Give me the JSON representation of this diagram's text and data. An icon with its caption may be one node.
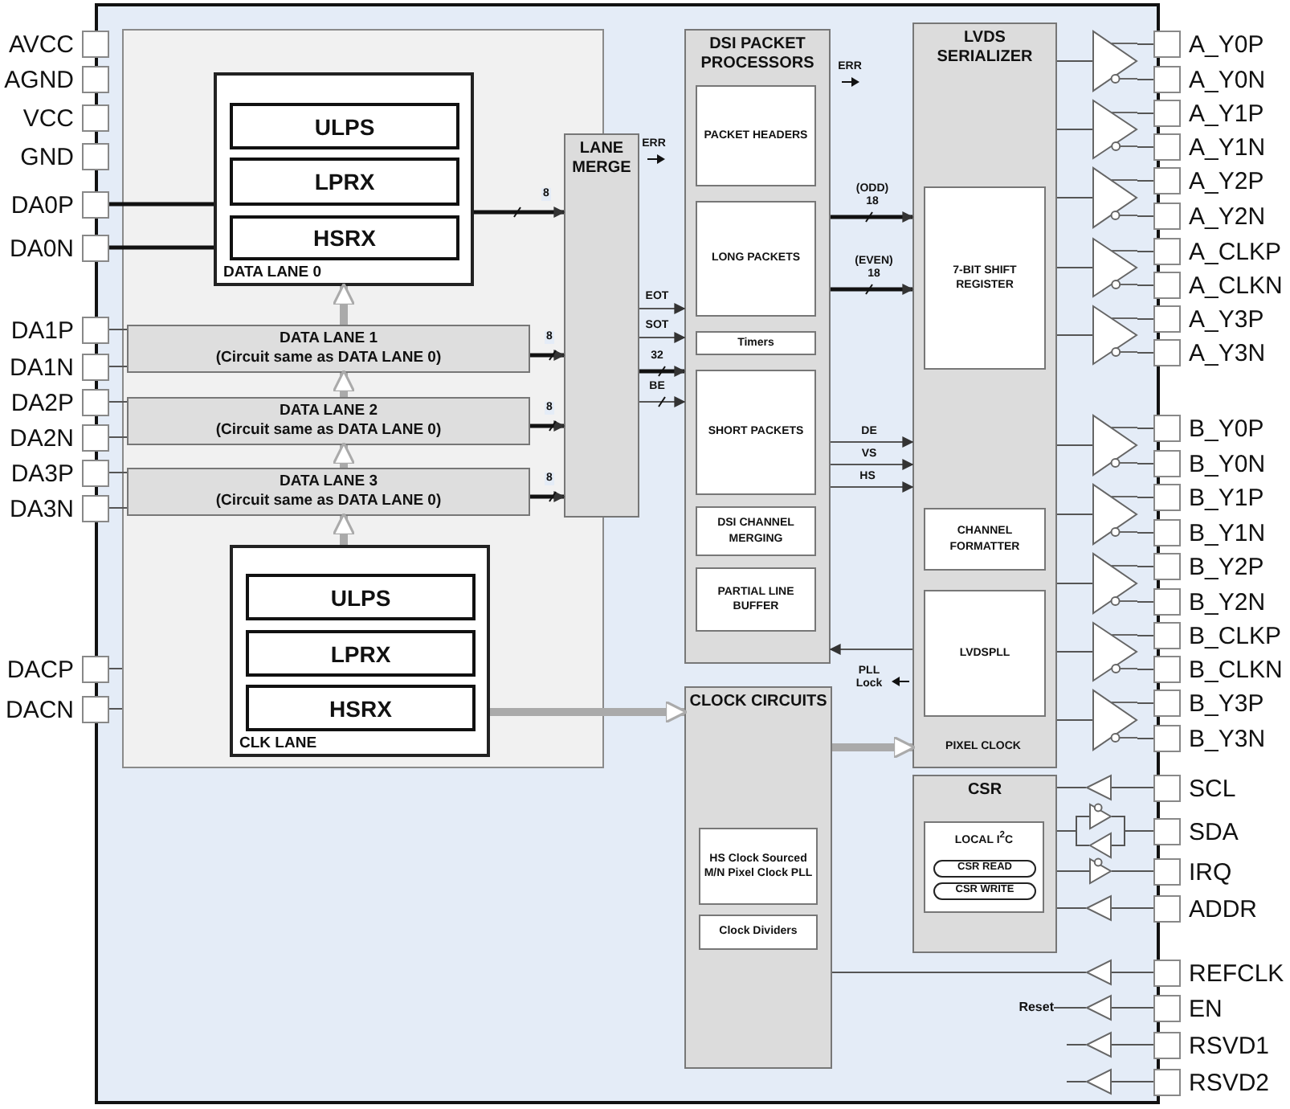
{
  "diagram": {
    "nodes": [
      {
        "text": [],
        "shape": "box"
      },
      {
        "text": [],
        "shape": "box",
        "in": 0
      },
      {
        "text": [
          "DATA LANE 0"
        ],
        "in": 1
      },
      {
        "text": [
          "ULPS"
        ],
        "in": 2
      },
      {
        "text": [
          "LPRX"
        ],
        "in": 2
      },
      {
        "text": [
          "HSRX"
        ],
        "in": 2
      },
      {
        "text": [
          "DATA LANE 1",
          "(Circuit same as DATA LANE 0)"
        ],
        "in": 1
      },
      {
        "text": [
          "DATA LANE 2",
          "(Circuit same as DATA LANE 0)"
        ],
        "in": 1
      },
      {
        "text": [
          "DATA LANE 3",
          "(Circuit same as DATA LANE 0)"
        ],
        "in": 1
      },
      {
        "text": [
          "CLK LANE"
        ],
        "in": 1
      },
      {
        "text": [
          "ULPS"
        ],
        "in": 9
      },
      {
        "text": [
          "LPRX"
        ],
        "in": 9
      },
      {
        "text": [
          "HSRX"
        ],
        "in": 9
      },
      {
        "text": [
          "LANE MERGE"
        ],
        "in": 0
      },
      {
        "text": [
          "DSI PACKET PROCESSORS"
        ],
        "in": 0
      },
      {
        "text": [
          "PACKET HEADERS"
        ],
        "in": 14
      },
      {
        "text": [
          "LONG PACKETS"
        ],
        "in": 14
      },
      {
        "text": [
          "Timers"
        ],
        "in": 14
      },
      {
        "text": [
          "SHORT PACKETS"
        ],
        "in": 14
      },
      {
        "text": [
          "DSI CHANNEL MERGING"
        ],
        "in": 14
      },
      {
        "text": [
          "PARTIAL LINE BUFFER"
        ],
        "in": 14
      },
      {
        "text": [
          "LVDS SERIALIZER"
        ],
        "in": 0
      },
      {
        "text": [
          "7-BIT SHIFT REGISTER"
        ],
        "in": 21
      },
      {
        "text": [
          "CHANNEL FORMATTER"
        ],
        "in": 21
      },
      {
        "text": [
          "LVDSPLL"
        ],
        "in": 21
      },
      {
        "text": [
          "CLOCK CIRCUITS"
        ],
        "in": 0
      },
      {
        "text": [
          "HS Clock Sourced M/N Pixel Clock PLL"
        ],
        "in": 25
      },
      {
        "text": [
          "Clock Dividers"
        ],
        "in": 25
      },
      {
        "text": [
          "CSR"
        ],
        "in": 0
      },
      {
        "text": [
          "LOCAL I$^{2}$C"
        ],
        "in": 28
      },
      {
        "text": [
          "CSR READ"
        ],
        "in": 29
      },
      {
        "text": [
          "CSR WRITE"
        ],
        "in": 29
      },
      {
        "text": [
          "AVCC"
        ]
      },
      {
        "text": [
          "AGND"
        ]
      },
      {
        "text": [
          "VCC"
        ]
      },
      {
        "text": [
          "GND"
        ]
      },
      {
        "text": [
          "DA0P"
        ]
      },
      {
        "text": [
          "DA0N"
        ]
      },
      {
        "text": [
          "DA1P"
        ]
      },
      {
        "text": [
          "DA1N"
        ]
      },
      {
        "text": [
          "DA2P"
        ]
      },
      {
        "text": [
          "DA2N"
        ]
      },
      {
        "text": [
          "DA3P"
        ]
      },
      {
        "text": [
          "DA3N"
        ]
      },
      {
        "text": [
          "DACP"
        ]
      },
      {
        "text": [
          "DACN"
        ]
      },
      {
        "text": [
          "A_Y0P"
        ]
      },
      {
        "text": [
          "A_Y0N"
        ]
      },
      {
        "text": [
          "A_Y1P"
        ]
      },
      {
        "text": [
          "A_Y1N"
        ]
      },
      {
        "text": [
          "A_Y2P"
        ]
      },
      {
        "text": [
          "A_Y2N"
        ]
      },
      {
        "text": [
          "A_CLKP"
        ]
      },
      {
        "text": [
          "A_CLKN"
        ]
      },
      {
        "text": [
          "A_Y3P"
        ]
      },
      {
        "text": [
          "A_Y3N"
        ]
      },
      {
        "text": [
          "B_Y0P"
        ]
      },
      {
        "text": [
          "B_Y0N"
        ]
      },
      {
        "text": [
          "B_Y1P"
        ]
      },
      {
        "text": [
          "B_Y1N"
        ]
      },
      {
        "text": [
          "B_Y2P"
        ]
      },
      {
        "text": [
          "B_Y2N"
        ]
      },
      {
        "text": [
          "B_CLKP"
        ]
      },
      {
        "text": [
          "B_CLKN"
        ]
      },
      {
        "text": [
          "B_Y3P"
        ]
      },
      {
        "text": [
          "B_Y3N"
        ]
      },
      {
        "text": [
          "SCL"
        ]
      },
      {
        "text": [
          "SDA"
        ]
      },
      {
        "text": [
          "IRQ"
        ]
      },
      {
        "text": [
          "ADDR"
        ]
      },
      {
        "text": [
          "REFCLK"
        ]
      },
      {
        "text": [
          "EN"
        ]
      },
      {
        "text": [
          "RSVD1"
        ]
      },
      {
        "text": [
          "RSVD2"
        ]
      },
      {
        "text": [],
        "shape": "triangle",
        "in": 0
      },
      {
        "text": [],
        "shape": "triangle",
        "in": 0
      },
      {
        "text": [],
        "shape": "triangle",
        "in": 0
      },
      {
        "text": [],
        "shape": "triangle",
        "in": 0
      },
      {
        "text": [],
        "shape": "triangle",
        "in": 0
      },
      {
        "text": [],
        "shape": "triangle",
        "in": 0
      },
      {
        "text": [],
        "shape": "triangle",
        "in": 0
      },
      {
        "text": [],
        "shape": "triangle",
        "in": 0
      },
      {
        "text": [],
        "shape": "triangle",
        "in": 0
      },
      {
        "text": [],
        "shape": "triangle",
        "in": 0
      },
      {
        "text": [],
        "shape": "triangle",
        "in": 0
      },
      {
        "text": [],
        "shape": "triangle",
        "in": 0
      },
      {
        "text": [],
        "shape": "triangle",
        "in": 0
      },
      {
        "text": [],
        "shape": "triangle",
        "in": 0
      },
      {
        "text": [],
        "shape": "triangle",
        "in": 0
      },
      {
        "text": [],
        "shape": "triangle",
        "in": 0
      },
      {
        "text": [],
        "shape": "triangle",
        "in": 0
      },
      {
        "text": [],
        "shape": "triangle",
        "in": 0
      },
      {
        "text": [],
        "shape": "triangle",
        "in": 0
      },
      {
        "text": [
          "Reset"
        ],
        "in": 0
      }
    ],
    "edges": [
      {
        "from": 36,
        "to": 2,
        "arrow": "none",
        "style": "thick"
      },
      {
        "from": 37,
        "to": 2,
        "arrow": "none",
        "style": "thick"
      },
      {
        "from": 38,
        "to": 6,
        "arrow": "none"
      },
      {
        "from": 39,
        "to": 6,
        "arrow": "none"
      },
      {
        "from": 40,
        "to": 7,
        "arrow": "none"
      },
      {
        "from": 41,
        "to": 7,
        "arrow": "none"
      },
      {
        "from": 42,
        "to": 8,
        "arrow": "none"
      },
      {
        "from": 43,
        "to": 8,
        "arrow": "none"
      },
      {
        "from": 44,
        "to": 1,
        "arrow": "none"
      },
      {
        "from": 45,
        "to": 1,
        "arrow": "none"
      },
      {
        "from": 6,
        "to": 2,
        "arrow": "to",
        "style": "thick",
        "color": "#aaaaaa"
      },
      {
        "from": 7,
        "to": 6,
        "arrow": "to",
        "style": "thick",
        "color": "#aaaaaa"
      },
      {
        "from": 8,
        "to": 7,
        "arrow": "to",
        "style": "thick",
        "color": "#aaaaaa"
      },
      {
        "from": 9,
        "to": 8,
        "arrow": "to",
        "style": "thick",
        "color": "#aaaaaa"
      },
      {
        "from": 2,
        "to": 13,
        "arrow": "to",
        "label": "8",
        "style": "thick"
      },
      {
        "from": 6,
        "to": 13,
        "arrow": "to",
        "label": "8",
        "style": "thick"
      },
      {
        "from": 7,
        "to": 13,
        "arrow": "to",
        "label": "8",
        "style": "thick"
      },
      {
        "from": 8,
        "to": 13,
        "arrow": "to",
        "label": "8",
        "style": "thick"
      },
      {
        "from": 13,
        "to": 14,
        "arrow": "to",
        "label": "EOT"
      },
      {
        "from": 13,
        "to": 14,
        "arrow": "to",
        "label": "SOT"
      },
      {
        "from": 13,
        "to": 14,
        "arrow": "to",
        "label": "32",
        "style": "thick"
      },
      {
        "from": 13,
        "to": 14,
        "arrow": "to",
        "label": "BE"
      },
      {
        "from": 14,
        "to": 21,
        "arrow": "to",
        "label": "(ODD) 18",
        "style": "thick"
      },
      {
        "from": 14,
        "to": 21,
        "arrow": "to",
        "label": "(EVEN) 18",
        "style": "thick"
      },
      {
        "from": 14,
        "to": 21,
        "arrow": "to",
        "label": "DE"
      },
      {
        "from": 14,
        "to": 21,
        "arrow": "to",
        "label": "VS"
      },
      {
        "from": 14,
        "to": 21,
        "arrow": "to",
        "label": "HS"
      },
      {
        "from": 21,
        "to": 14,
        "arrow": "to"
      },
      {
        "from": 9,
        "to": 25,
        "arrow": "to",
        "style": "thick",
        "color": "#aaaaaa"
      },
      {
        "from": 25,
        "to": 21,
        "arrow": "to",
        "style": "thick",
        "color": "#aaaaaa"
      },
      {
        "from": 21,
        "to": 74,
        "arrow": "none"
      },
      {
        "from": 21,
        "to": 75,
        "arrow": "none"
      },
      {
        "from": 21,
        "to": 76,
        "arrow": "none"
      },
      {
        "from": 21,
        "to": 77,
        "arrow": "none"
      },
      {
        "from": 21,
        "to": 78,
        "arrow": "none"
      },
      {
        "from": 21,
        "to": 79,
        "arrow": "none"
      },
      {
        "from": 21,
        "to": 80,
        "arrow": "none"
      },
      {
        "from": 21,
        "to": 81,
        "arrow": "none"
      },
      {
        "from": 21,
        "to": 82,
        "arrow": "none"
      },
      {
        "from": 21,
        "to": 83,
        "arrow": "none"
      },
      {
        "from": 74,
        "to": 46,
        "arrow": "none"
      },
      {
        "from": 74,
        "to": 47,
        "arrow": "none"
      },
      {
        "from": 75,
        "to": 48,
        "arrow": "none"
      },
      {
        "from": 75,
        "to": 49,
        "arrow": "none"
      },
      {
        "from": 76,
        "to": 50,
        "arrow": "none"
      },
      {
        "from": 76,
        "to": 51,
        "arrow": "none"
      },
      {
        "from": 77,
        "to": 52,
        "arrow": "none"
      },
      {
        "from": 77,
        "to": 53,
        "arrow": "none"
      },
      {
        "from": 78,
        "to": 54,
        "arrow": "none"
      },
      {
        "from": 78,
        "to": 55,
        "arrow": "none"
      },
      {
        "from": 79,
        "to": 56,
        "arrow": "none"
      },
      {
        "from": 79,
        "to": 57,
        "arrow": "none"
      },
      {
        "from": 80,
        "to": 58,
        "arrow": "none"
      },
      {
        "from": 80,
        "to": 59,
        "arrow": "none"
      },
      {
        "from": 81,
        "to": 60,
        "arrow": "none"
      },
      {
        "from": 81,
        "to": 61,
        "arrow": "none"
      },
      {
        "from": 82,
        "to": 62,
        "arrow": "none"
      },
      {
        "from": 82,
        "to": 63,
        "arrow": "none"
      },
      {
        "from": 83,
        "to": 64,
        "arrow": "none"
      },
      {
        "from": 83,
        "to": 65,
        "arrow": "none"
      },
      {
        "from": 66,
        "to": 84,
        "arrow": "none"
      },
      {
        "from": 84,
        "to": 28,
        "arrow": "none"
      },
      {
        "from": 28,
        "to": 85,
        "arrow": "none"
      },
      {
        "from": 85,
        "to": 67,
        "arrow": "none"
      },
      {
        "from": 67,
        "to": 86,
        "arrow": "none"
      },
      {
        "from": 86,
        "to": 28,
        "arrow": "none"
      },
      {
        "from": 28,
        "to": 87,
        "arrow": "none"
      },
      {
        "from": 87,
        "to": 68,
        "arrow": "none"
      },
      {
        "from": 69,
        "to": 88,
        "arrow": "none"
      },
      {
        "from": 88,
        "to": 28,
        "arrow": "none"
      },
      {
        "from": 70,
        "to": 89,
        "arrow": "none"
      },
      {
        "from": 89,
        "to": 25,
        "arrow": "none"
      },
      {
        "from": 71,
        "to": 90,
        "arrow": "none"
      },
      {
        "from": 90,
        "to": 93,
        "arrow": "none"
      },
      {
        "from": 72,
        "to": 91,
        "arrow": "none"
      },
      {
        "from": 91,
        "to": null,
        "arrow": "none"
      },
      {
        "from": 73,
        "to": 92,
        "arrow": "none"
      },
      {
        "from": 92,
        "to": null,
        "arrow": "none"
      }
    ],
    "labels": [
      "ERR",
      "ERR",
      "PLL Lock",
      "PIXEL CLOCK"
    ]
  }
}
